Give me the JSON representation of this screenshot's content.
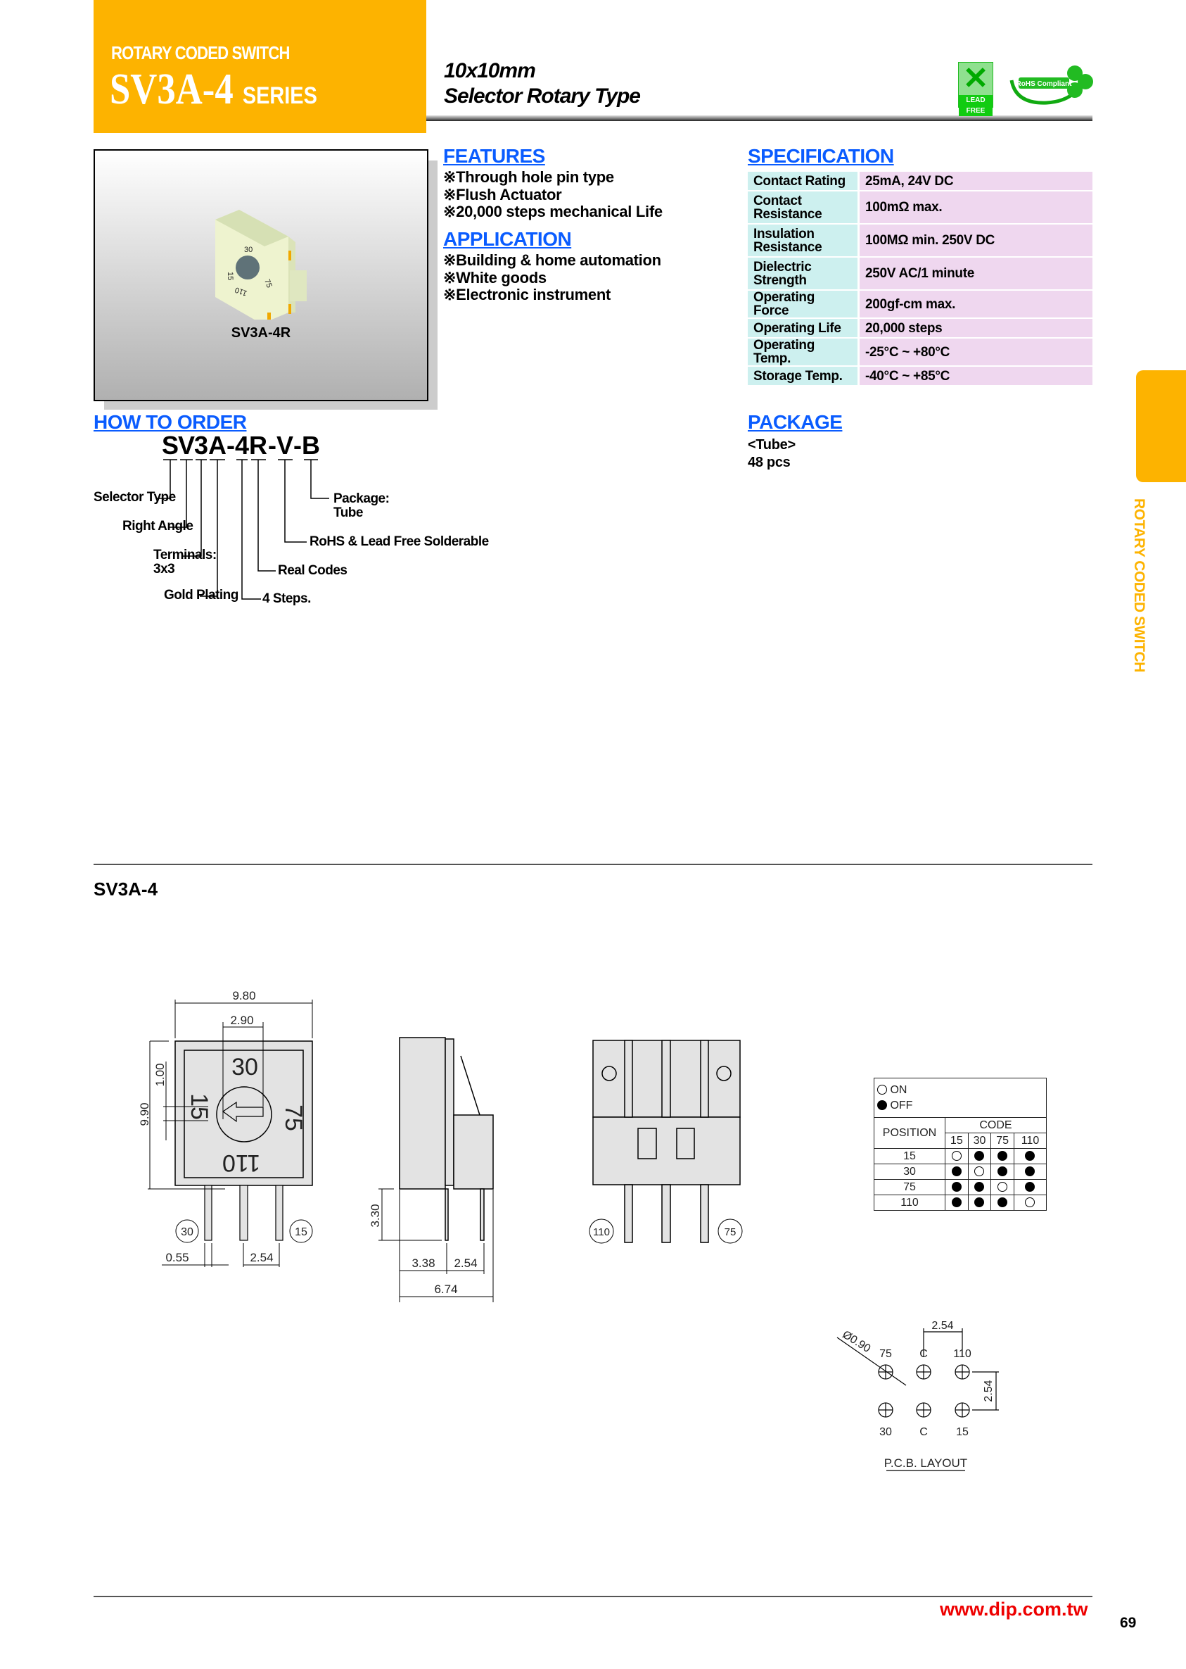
{
  "header": {
    "category": "ROTARY CODED SWITCH",
    "series_name": "SV3A-4",
    "series_suffix": "SERIES",
    "subtitle_size": "10x10mm",
    "subtitle_type": "Selector Rotary Type",
    "lead_free_label": "LEAD FREE",
    "rohs_label": "RoHS Compliant",
    "accent_color": "#fdb300"
  },
  "product_image": {
    "caption": "SV3A-4R",
    "dial_labels": [
      "30",
      "15",
      "75",
      "110"
    ]
  },
  "features": {
    "title": "FEATURES",
    "items": [
      "※Through hole pin type",
      "※Flush Actuator",
      "※20,000 steps mechanical Life"
    ]
  },
  "application": {
    "title": "APPLICATION",
    "items": [
      "※Building & home automation",
      "※White goods",
      "※Electronic instrument"
    ]
  },
  "specification": {
    "title": "SPECIFICATION",
    "rows": [
      {
        "label": "Contact Rating",
        "value": "25mA, 24V DC"
      },
      {
        "label": "Contact Resistance",
        "value": "100mΩ max."
      },
      {
        "label": "Insulation Resistance",
        "value": "100MΩ min. 250V DC"
      },
      {
        "label": "Dielectric Strength",
        "value": "250V AC/1 minute"
      },
      {
        "label": "Operating Force",
        "value": "200gf-cm max."
      },
      {
        "label": "Operating Life",
        "value": "20,000 steps"
      },
      {
        "label": "Operating Temp.",
        "value": "-25°C ~ +80°C"
      },
      {
        "label": "Storage Temp.",
        "value": "-40°C ~ +85°C"
      }
    ]
  },
  "how_to_order": {
    "title": "HOW TO ORDER",
    "code_chars": [
      "S",
      "V",
      "3",
      "A",
      "-",
      "4",
      "R",
      "-",
      "V",
      "-",
      "B"
    ],
    "labels": {
      "selector_type": "Selector Type",
      "right_angle": "Right Angle",
      "terminals": "Terminals:",
      "terminals_value": "3x3",
      "gold_plating": "Gold Plating",
      "steps": "4 Steps.",
      "real_codes": "Real Codes",
      "rohs": "RoHS & Lead Free Solderable",
      "package": "Package:",
      "package_value": "Tube"
    }
  },
  "package": {
    "title": "PACKAGE",
    "type": "<Tube>",
    "quantity": "48 pcs"
  },
  "drawing": {
    "title": "SV3A-4",
    "front": {
      "width": "9.80",
      "dial": "2.90",
      "height": "9.90",
      "arrow": "1.00",
      "pin_width": "0.55",
      "pitch": "2.54",
      "face_labels": [
        "30",
        "15",
        "75",
        "110"
      ],
      "pin_left": "30",
      "pin_right": "15"
    },
    "side": {
      "pin_length": "3.30",
      "offset": "3.38",
      "pitch": "2.54",
      "depth": "6.74"
    },
    "back": {
      "pin_left": "110",
      "pin_right": "75"
    },
    "code_table": {
      "legend_on": "ON",
      "legend_off": "OFF",
      "position_header": "POSITION",
      "code_header": "CODE",
      "code_columns": [
        "15",
        "30",
        "75",
        "110"
      ],
      "rows": [
        {
          "position": "15",
          "states": [
            "on",
            "off",
            "off",
            "off"
          ]
        },
        {
          "position": "30",
          "states": [
            "off",
            "on",
            "off",
            "off"
          ]
        },
        {
          "position": "75",
          "states": [
            "off",
            "off",
            "on",
            "off"
          ]
        },
        {
          "position": "110",
          "states": [
            "off",
            "off",
            "off",
            "on"
          ]
        }
      ]
    },
    "pcb": {
      "title": "P.C.B. LAYOUT",
      "hole": "Ø0.90",
      "pitch_h": "2.54",
      "pitch_v": "2.54",
      "top_labels": [
        "75",
        "C",
        "110"
      ],
      "bottom_labels": [
        "30",
        "C",
        "15"
      ]
    }
  },
  "side_tab": {
    "label": "ROTARY CODED SWITCH"
  },
  "footer": {
    "url": "www.dip.com.tw",
    "page": "69"
  }
}
